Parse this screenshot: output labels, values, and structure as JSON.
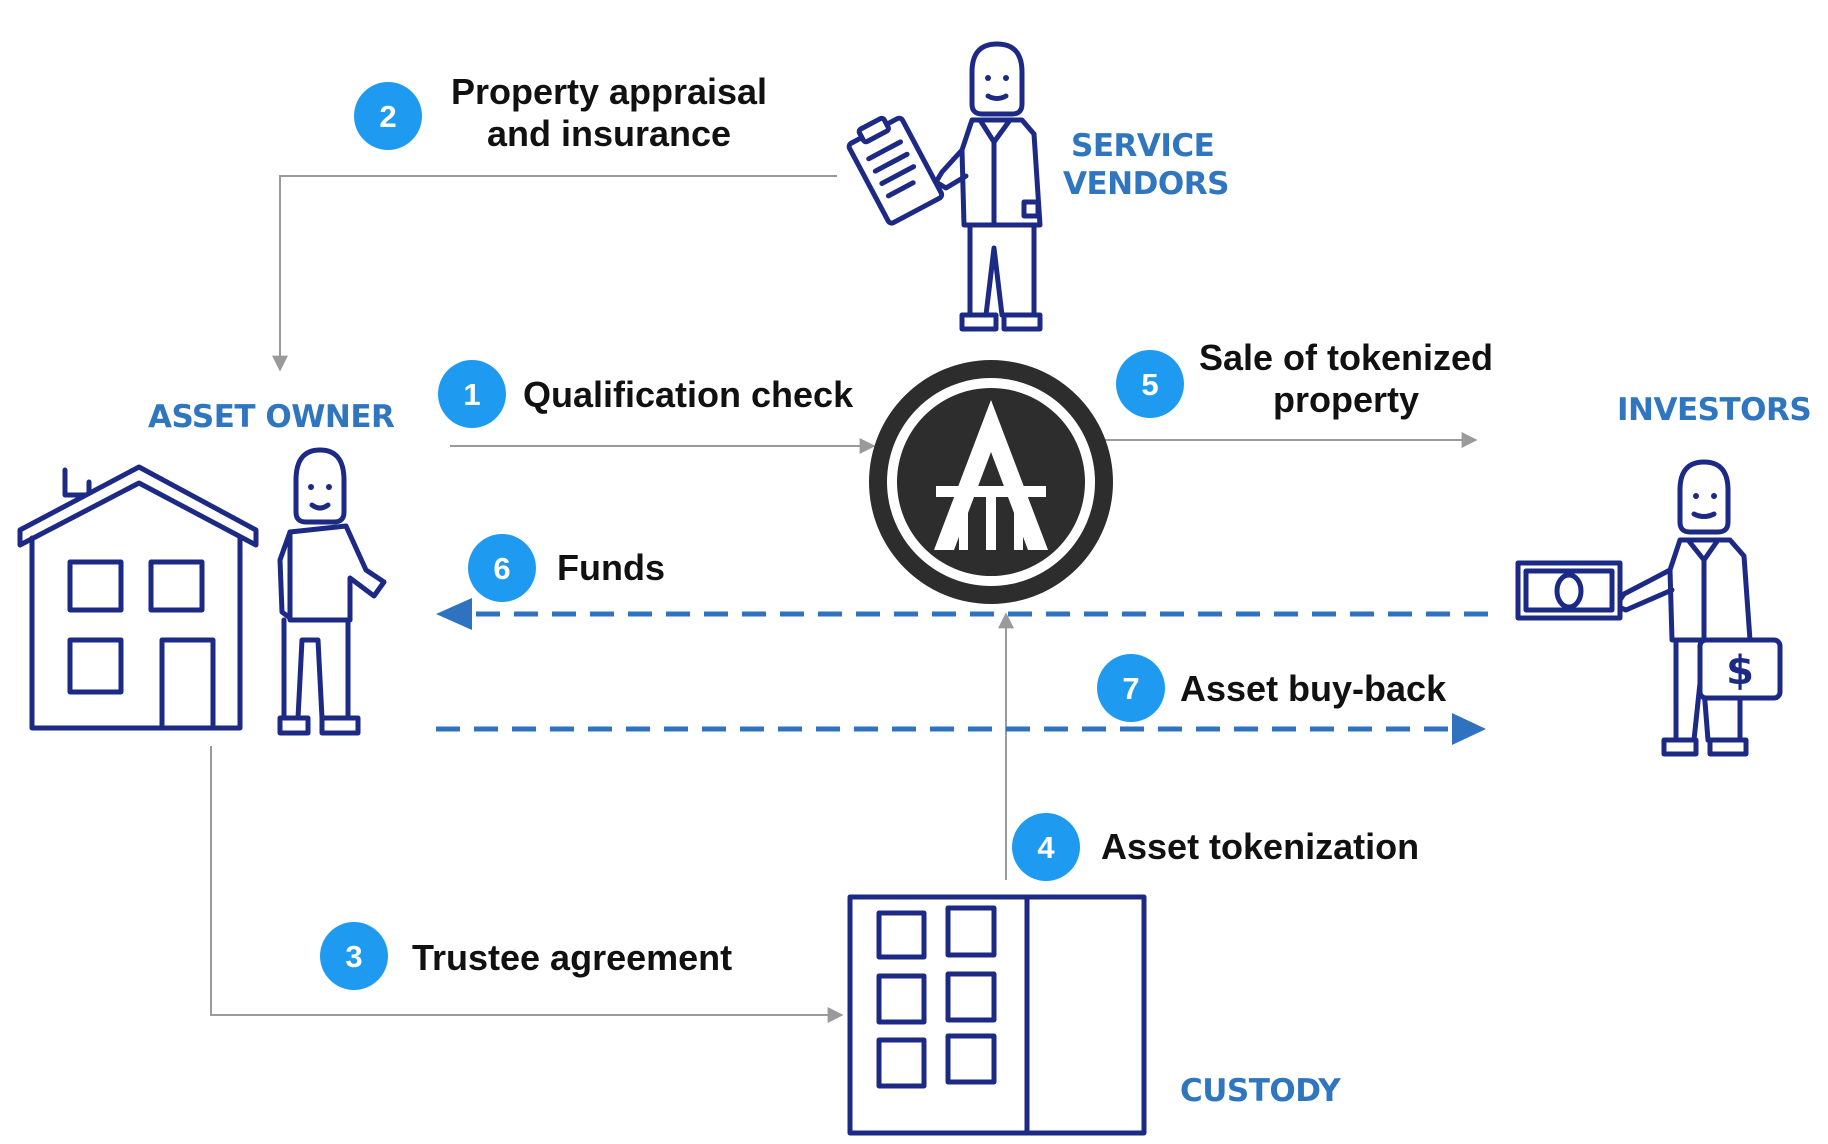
{
  "colors": {
    "badge": "#1e9bf0",
    "actor_label": "#2f75c0",
    "drawing": "#1c2a86",
    "dashed_flow": "#2f72bf",
    "connector": "#9a9a9a",
    "logo_dark": "#2d2d2d"
  },
  "actors": {
    "asset_owner": "ASSET OWNER",
    "service_vendors": [
      "SERVICE",
      "VENDORS"
    ],
    "investors": "INVESTORS",
    "custody": "CUSTODY"
  },
  "steps": [
    {
      "num": "1",
      "text": [
        "Qualification check"
      ]
    },
    {
      "num": "2",
      "text": [
        "Property appraisal",
        "and insurance"
      ]
    },
    {
      "num": "3",
      "text": [
        "Trustee agreement"
      ]
    },
    {
      "num": "4",
      "text": [
        "Asset tokenization"
      ]
    },
    {
      "num": "5",
      "text": [
        "Sale of tokenized",
        "property"
      ]
    },
    {
      "num": "6",
      "text": [
        "Funds"
      ]
    },
    {
      "num": "7",
      "text": [
        "Asset buy-back"
      ]
    }
  ],
  "icons": {
    "platform": "platform-logo-icon",
    "dollar_sign": "$"
  }
}
